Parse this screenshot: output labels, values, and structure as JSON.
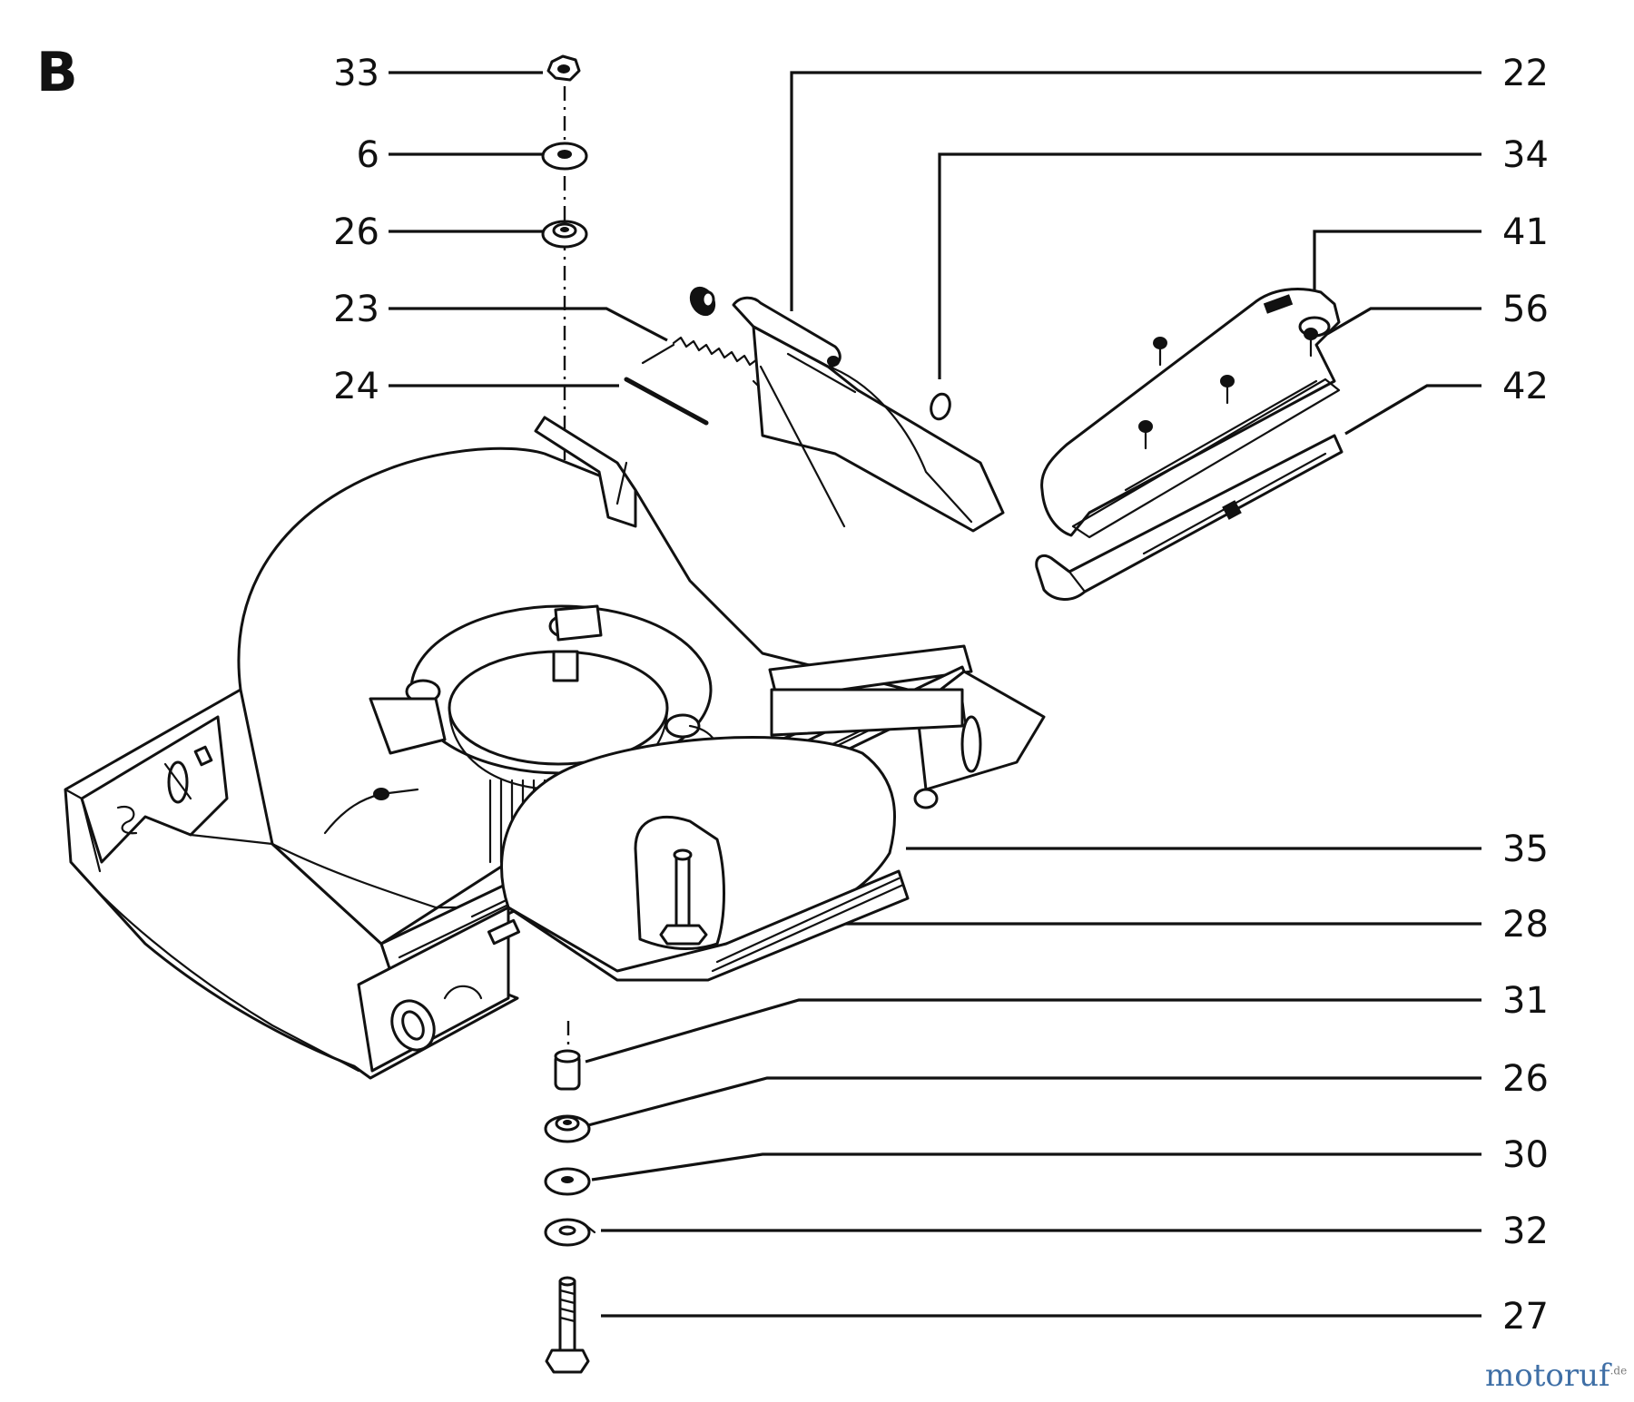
{
  "section_letter": "B",
  "callouts": [
    {
      "id": "c-33a",
      "label": "33"
    },
    {
      "id": "c-6",
      "label": "6"
    },
    {
      "id": "c-26a",
      "label": "26"
    },
    {
      "id": "c-23",
      "label": "23"
    },
    {
      "id": "c-24",
      "label": "24"
    },
    {
      "id": "c-22",
      "label": "22"
    },
    {
      "id": "c-34",
      "label": "34"
    },
    {
      "id": "c-41",
      "label": "41"
    },
    {
      "id": "c-56",
      "label": "56"
    },
    {
      "id": "c-42",
      "label": "42"
    },
    {
      "id": "c-35",
      "label": "35"
    },
    {
      "id": "c-28",
      "label": "28"
    },
    {
      "id": "c-31",
      "label": "31"
    },
    {
      "id": "c-26b",
      "label": "26"
    },
    {
      "id": "c-30",
      "label": "30"
    },
    {
      "id": "c-32",
      "label": "32"
    },
    {
      "id": "c-27",
      "label": "27"
    }
  ],
  "watermark": {
    "name": "motoruf",
    "tld": ".de"
  }
}
